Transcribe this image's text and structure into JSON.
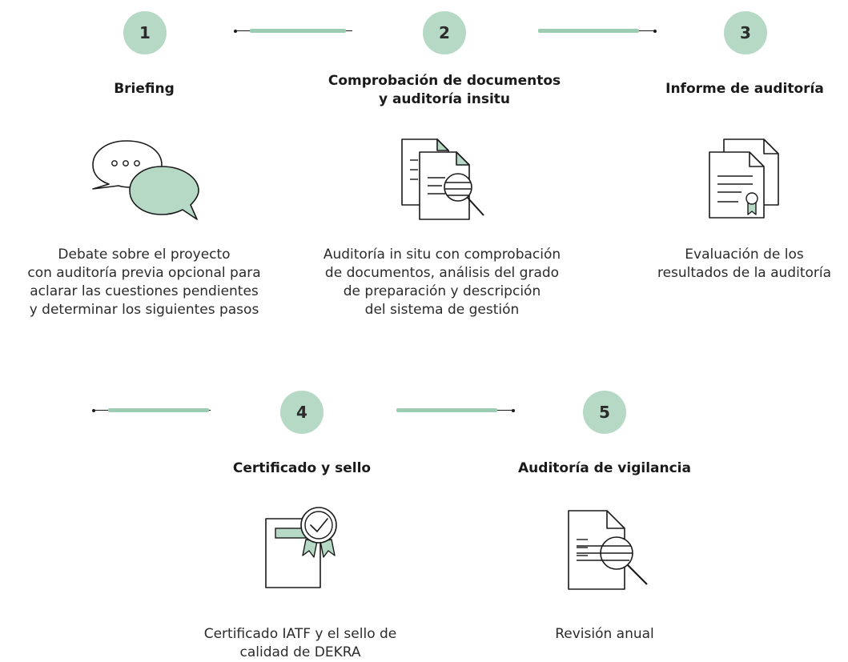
{
  "colors": {
    "accent": "#b5d9c5",
    "accent_line": "#9ccdb3",
    "ink": "#1a1a1a"
  },
  "steps": [
    {
      "number": "1",
      "title": "Briefing",
      "icon": "speech-bubbles-icon",
      "description": "Debate sobre el proyecto\ncon auditoría previa opcional para\naclarar las cuestiones pendientes\ny determinar los siguientes pasos"
    },
    {
      "number": "2",
      "title": "Comprobación de documentos\ny auditoría insitu",
      "icon": "documents-magnifier-icon",
      "description": "Auditoría in situ con comprobación\nde documentos, análisis del grado\nde preparación y descripción\ndel sistema de gestión"
    },
    {
      "number": "3",
      "title": "Informe de auditoría",
      "icon": "report-certificate-icon",
      "description": "Evaluación de los\nresultados de la auditoría"
    },
    {
      "number": "4",
      "title": "Certificado y sello",
      "icon": "certificate-seal-icon",
      "description": "Certificado IATF y el sello de\ncalidad de DEKRA"
    },
    {
      "number": "5",
      "title": "Auditoría de vigilancia",
      "icon": "document-review-icon",
      "description": "Revisión anual"
    }
  ]
}
